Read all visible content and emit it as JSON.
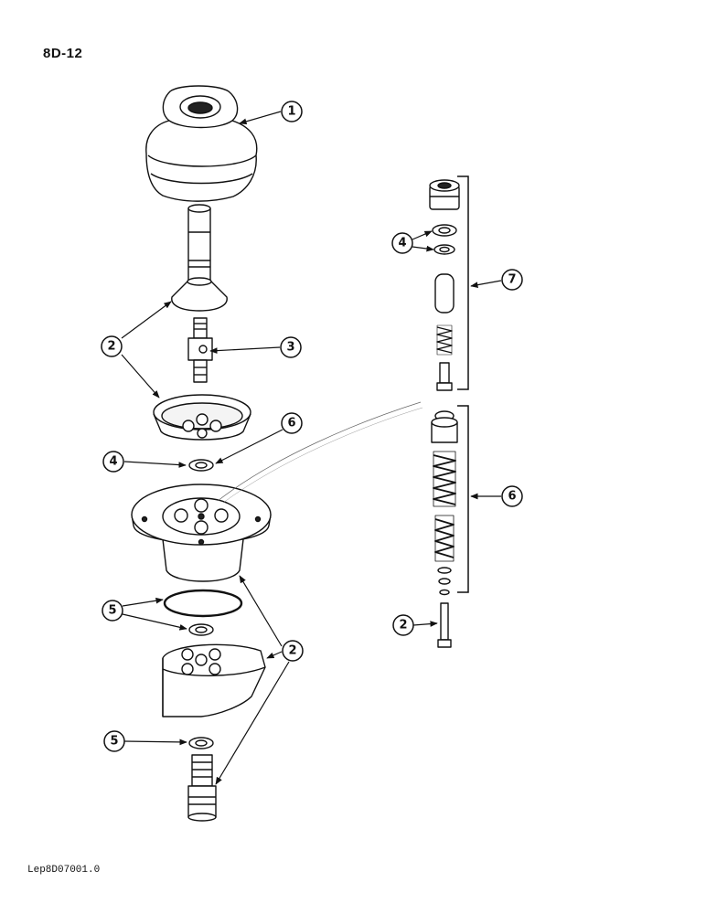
{
  "page_ref": "8D-12",
  "doc_code": "Lep8D07001.0",
  "callouts": {
    "c1": "1",
    "c2a": "2",
    "c3": "3",
    "c6a": "6",
    "c4a": "4",
    "c5a": "5",
    "c2b": "2",
    "c5b": "5",
    "c4b": "4",
    "c7": "7",
    "c6b": "6",
    "c2c": "2"
  }
}
